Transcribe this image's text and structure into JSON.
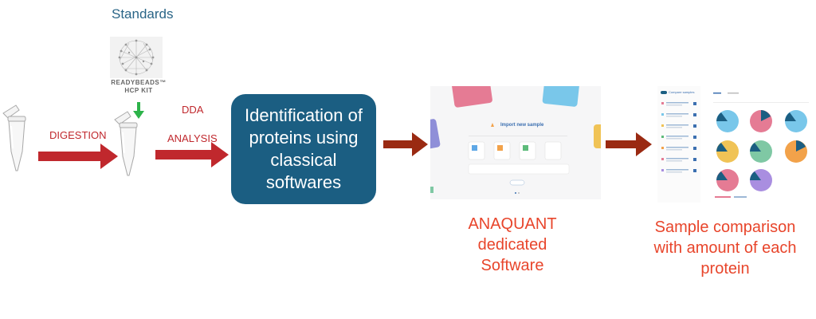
{
  "standards": {
    "title": "Standards",
    "kit_label": "READYBEADS™ HCP KIT"
  },
  "steps": {
    "digestion": "DIGESTION",
    "dda": "DDA",
    "analysis": "ANALYSIS",
    "identification": "Identification of proteins using classical softwares"
  },
  "anaquant": {
    "caption": "ANAQUANT dedicated Software",
    "screen": {
      "import_title": "Import new sample"
    }
  },
  "comparison": {
    "caption": "Sample comparison with amount of each protein",
    "screen": {
      "compare_label": "Compare samples"
    }
  },
  "colors": {
    "digestion_arrow": "#c0282d",
    "box": "#1b5e82",
    "dark_arrow": "#9a2a12",
    "caption": "#e8452b",
    "green_arrow": "#2db34a"
  }
}
